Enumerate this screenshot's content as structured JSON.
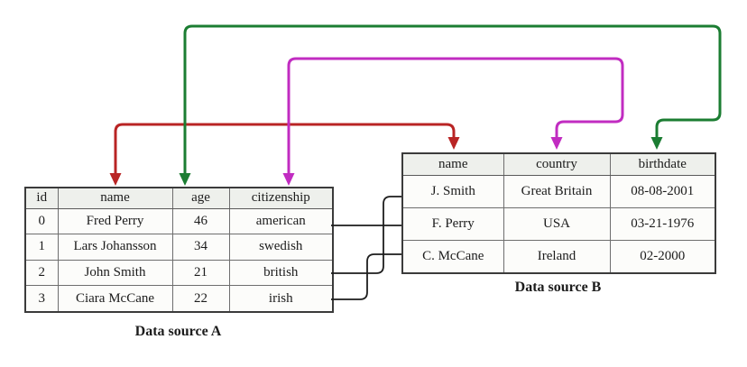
{
  "diagram": {
    "tables": {
      "a": {
        "caption": "Data source A",
        "columns": [
          "id",
          "name",
          "age",
          "citizenship"
        ],
        "rows": [
          [
            "0",
            "Fred Perry",
            "46",
            "american"
          ],
          [
            "1",
            "Lars Johansson",
            "34",
            "swedish"
          ],
          [
            "2",
            "John Smith",
            "21",
            "british"
          ],
          [
            "3",
            "Ciara McCane",
            "22",
            "irish"
          ]
        ]
      },
      "b": {
        "caption": "Data source B",
        "columns": [
          "name",
          "country",
          "birthdate"
        ],
        "rows": [
          [
            "J. Smith",
            "Great Britain",
            "08-08-2001"
          ],
          [
            "F. Perry",
            "USA",
            "03-21-1976"
          ],
          [
            "C. McCane",
            "Ireland",
            "02-2000"
          ]
        ]
      }
    },
    "colors": {
      "red": "#b92424",
      "green": "#1b7d32",
      "magenta": "#c12cc1",
      "connector": "#1d1d1d"
    },
    "schema_mappings": [
      {
        "color": "red",
        "from": "A.name",
        "to": "B.name"
      },
      {
        "color": "green",
        "from": "A.age",
        "to": "B.birthdate"
      },
      {
        "color": "magenta",
        "from": "A.citizenship",
        "to": "B.country"
      }
    ],
    "row_matches": [
      {
        "from": "A.Fred Perry",
        "to": "B.F. Perry"
      },
      {
        "from": "A.John Smith",
        "to": "B.J. Smith"
      },
      {
        "from": "A.Ciara McCane",
        "to": "B.C. McCane"
      }
    ]
  }
}
